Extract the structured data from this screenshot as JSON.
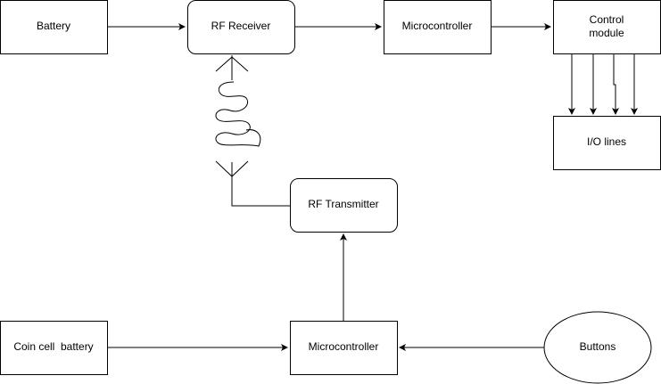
{
  "nodes": {
    "battery": "Battery",
    "rf_receiver": "RF Receiver",
    "microcontroller_rx": "Microcontroller",
    "control_module_line1": "Control",
    "control_module_line2": "module",
    "io_lines": "I/O lines",
    "rf_transmitter": "RF Transmitter",
    "coin_cell_battery": "Coin cell  battery",
    "microcontroller_tx": "Microcontroller",
    "buttons": "Buttons"
  },
  "colors": {
    "stroke": "#000000",
    "fill": "#ffffff",
    "text": "#000000"
  }
}
